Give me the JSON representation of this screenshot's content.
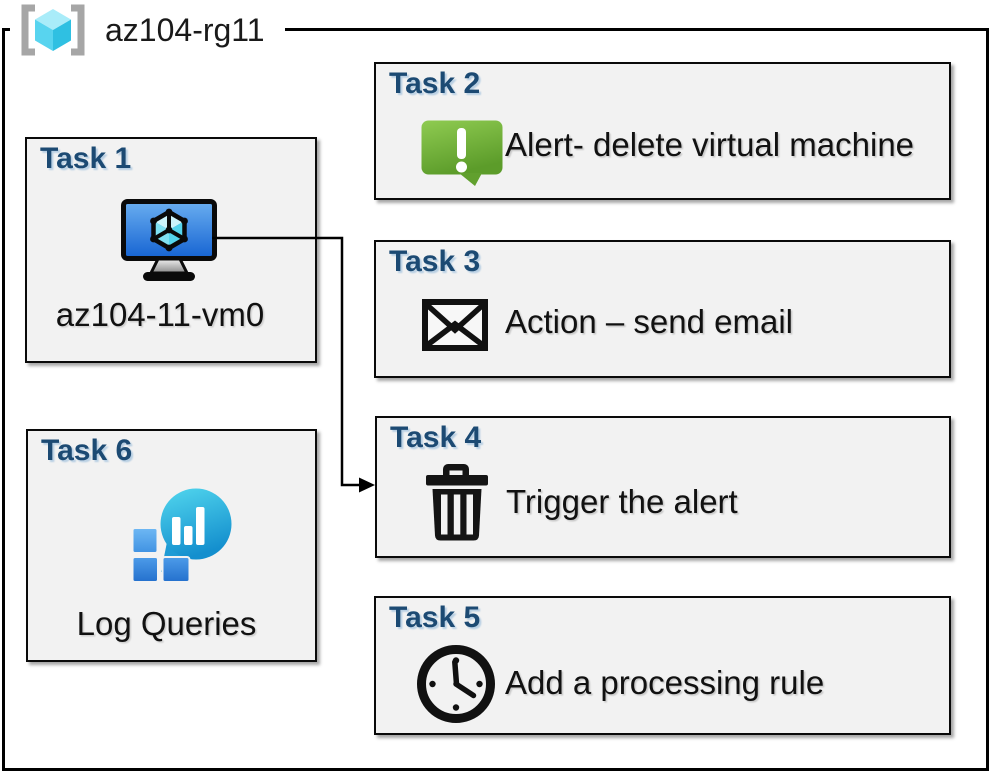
{
  "resource_group": {
    "label": "az104-rg11",
    "icon": "resource-group-icon"
  },
  "tasks": [
    {
      "header": "Task 1",
      "label": "az104-11-vm0",
      "icon": "virtual-machine-icon"
    },
    {
      "header": "Task 2",
      "label": "Alert- delete virtual machine",
      "icon": "alert-message-icon"
    },
    {
      "header": "Task 3",
      "label": "Action – send email",
      "icon": "email-envelope-icon"
    },
    {
      "header": "Task 4",
      "label": "Trigger the alert",
      "icon": "trash-icon"
    },
    {
      "header": "Task 5",
      "label": "Add a processing rule",
      "icon": "clock-icon"
    },
    {
      "header": "Task 6",
      "label": "Log Queries",
      "icon": "log-analytics-icon"
    }
  ],
  "connector": {
    "from": "task1-virtual-machine",
    "to": "task4-box",
    "style": "elbow-arrow"
  },
  "colors": {
    "box_fill": "#f2f2f2",
    "box_border": "#000000",
    "task_header_blue": "#1c4a73",
    "alert_green": "#6fb13a",
    "vm_screen_blue": "#2e7ee4",
    "vm_cube_cyan": "#7fe1f2",
    "log_bubble_teal": "#2ab4e2",
    "log_square_blue": "#3f92e2",
    "rg_bracket_gray": "#a6a6a6",
    "rg_cube_cyan": "#50d2ee",
    "arrow_black": "#000000",
    "text_black": "#111111"
  }
}
